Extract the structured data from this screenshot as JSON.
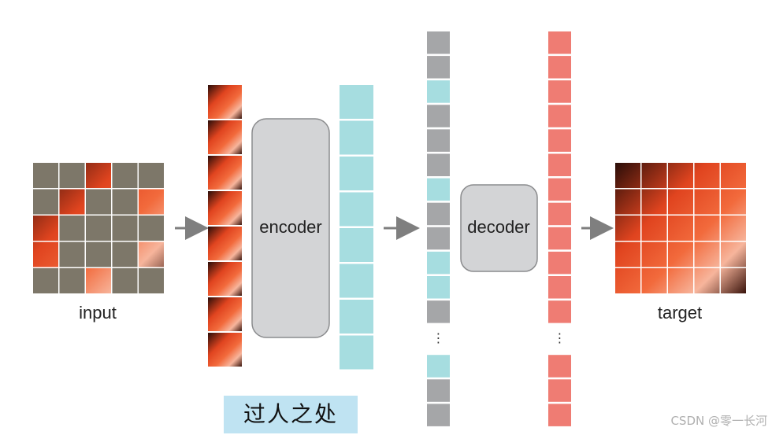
{
  "labels": {
    "input": "input",
    "encoder": "encoder",
    "decoder": "decoder",
    "target": "target",
    "ellipsis": "⋮"
  },
  "annotation": "过人之处",
  "watermark": "CSDN @零一长河",
  "colors": {
    "mask_gray": "#7d7769",
    "encoded_cyan": "#a6dde0",
    "token_gray": "#a5a6a8",
    "output_red": "#ef7c73",
    "box_fill": "#d3d4d6",
    "box_stroke": "#8a8b8d",
    "arrow": "#7f7f7f",
    "annotation_bg": "#bfe3f2"
  },
  "input_grid_mask": [
    [
      1,
      1,
      0,
      1,
      1
    ],
    [
      1,
      0,
      1,
      1,
      0
    ],
    [
      0,
      1,
      1,
      1,
      1
    ],
    [
      0,
      1,
      1,
      1,
      0
    ],
    [
      1,
      1,
      0,
      1,
      1
    ]
  ],
  "visible_patch_count": 8,
  "encoded_token_count": 8,
  "decoder_input_tokens": [
    "gray",
    "gray",
    "cyan",
    "gray",
    "gray",
    "gray",
    "cyan",
    "gray",
    "gray",
    "cyan",
    "cyan",
    "gray",
    "ellipsis",
    "cyan",
    "gray",
    "gray"
  ],
  "decoder_output_tokens": [
    "red",
    "red",
    "red",
    "red",
    "red",
    "red",
    "red",
    "red",
    "red",
    "red",
    "red",
    "red",
    "ellipsis",
    "red",
    "red",
    "red"
  ]
}
